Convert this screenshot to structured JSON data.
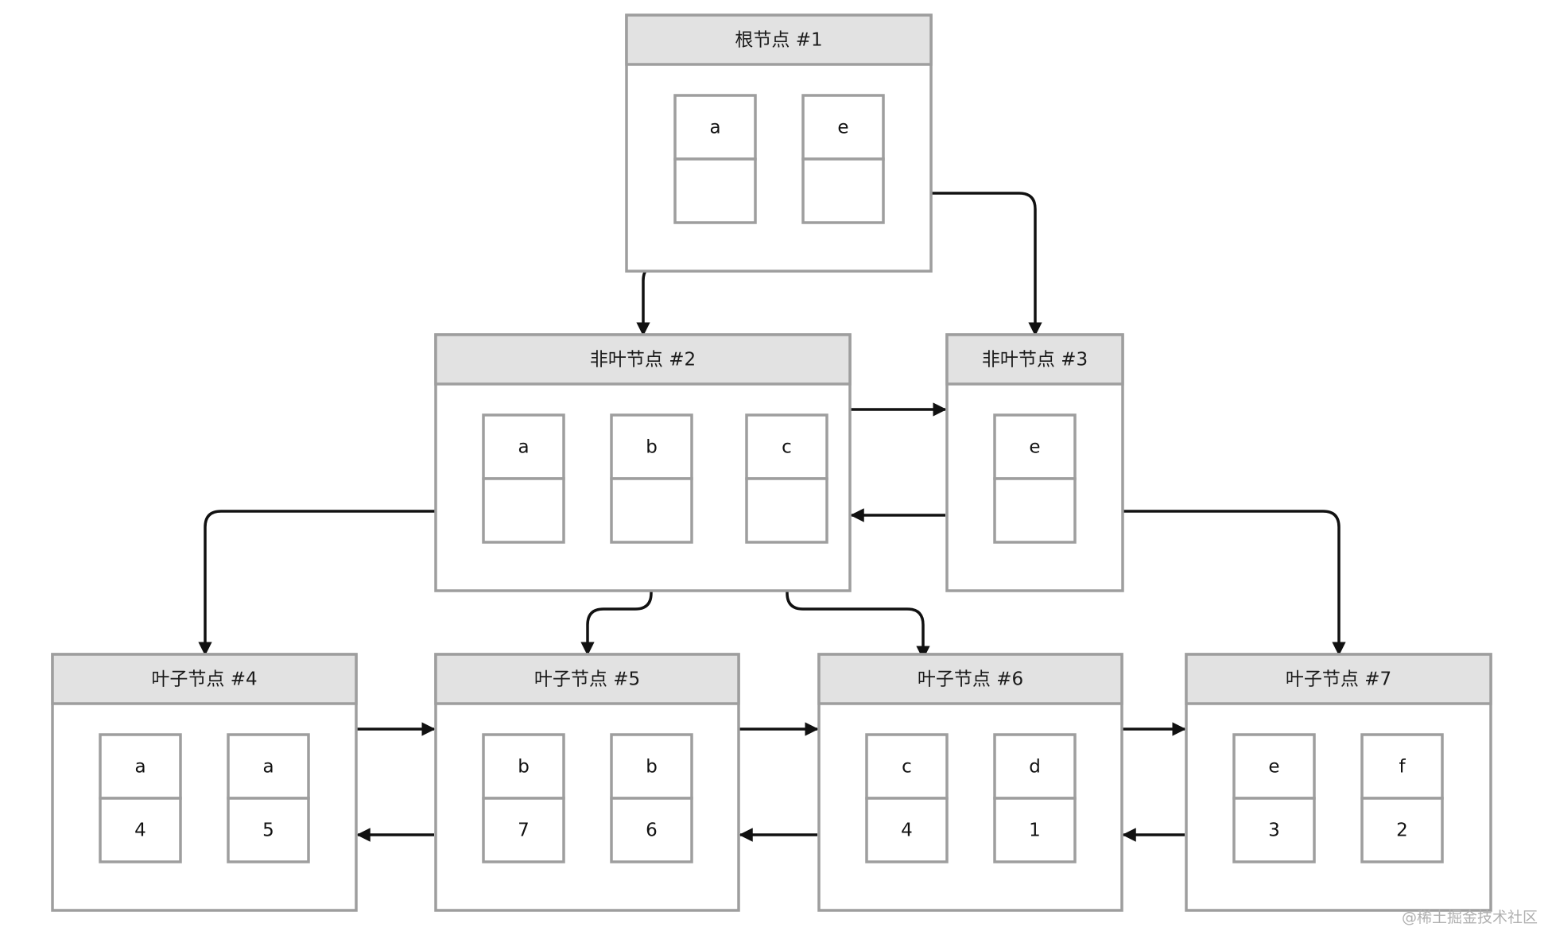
{
  "nodes": {
    "root": {
      "title": "根节点 #1",
      "keys": [
        "a",
        "e"
      ],
      "values": [
        "",
        ""
      ]
    },
    "inner2": {
      "title": "非叶节点 #2",
      "keys": [
        "a",
        "b",
        "c"
      ],
      "values": [
        "",
        "",
        ""
      ]
    },
    "inner3": {
      "title": "非叶节点 #3",
      "keys": [
        "e"
      ],
      "values": [
        ""
      ]
    },
    "leaf4": {
      "title": "叶子节点 #4",
      "keys": [
        "a",
        "a"
      ],
      "values": [
        "4",
        "5"
      ]
    },
    "leaf5": {
      "title": "叶子节点 #5",
      "keys": [
        "b",
        "b"
      ],
      "values": [
        "7",
        "6"
      ]
    },
    "leaf6": {
      "title": "叶子节点 #6",
      "keys": [
        "c",
        "d"
      ],
      "values": [
        "4",
        "1"
      ]
    },
    "leaf7": {
      "title": "叶子节点 #7",
      "keys": [
        "e",
        "f"
      ],
      "values": [
        "3",
        "2"
      ]
    }
  },
  "watermark": "@稀土掘金技术社区",
  "colors": {
    "border": "#9e9e9e",
    "header_fill": "#e2e2e2",
    "arrow": "#111111",
    "background": "#ffffff"
  }
}
